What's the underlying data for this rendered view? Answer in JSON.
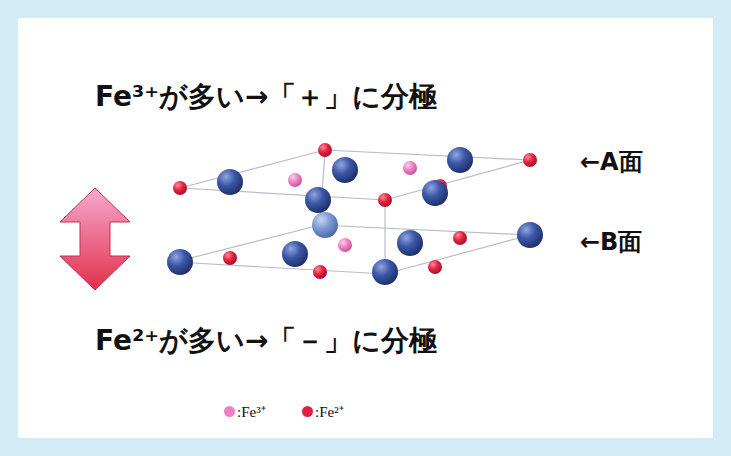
{
  "diagram": {
    "labels": [
      "Fe³⁺が多い→「＋」に分極",
      "←A面",
      "←B面",
      "Fe²⁺が多い→「－」に分極"
    ],
    "legend": [
      {
        "text": ":Fe³⁺",
        "color": "#f07fbf"
      },
      {
        "text": ":Fe²⁺",
        "color": "#e2203f"
      }
    ]
  }
}
